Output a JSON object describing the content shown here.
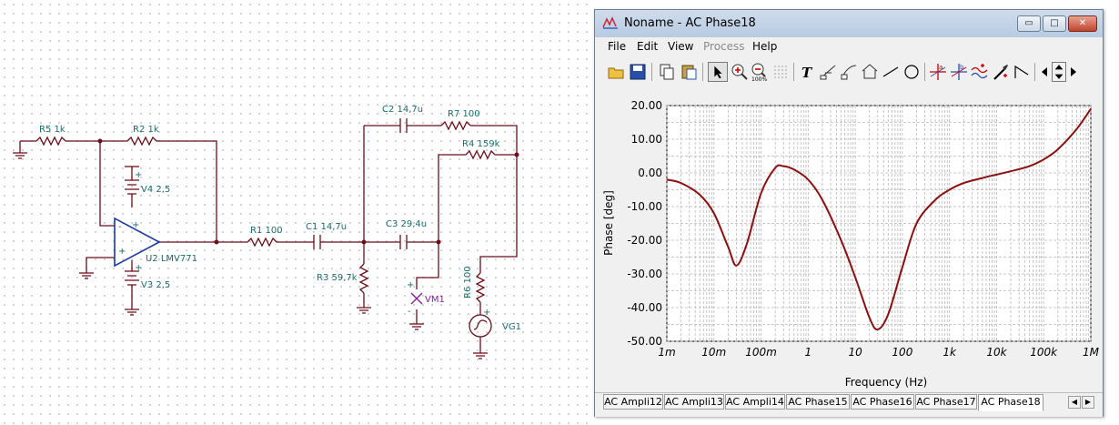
{
  "schematic": {
    "components": {
      "r5": "R5 1k",
      "r2": "R2 1k",
      "v4": "V4 2,5",
      "v3": "V3 2,5",
      "u2": "U2 LMV771",
      "r1": "R1 100",
      "c1": "C1 14,7u",
      "c2": "C2 14,7u",
      "r7": "R7 100",
      "r4": "R4 159k",
      "c3": "C3 29,4u",
      "r3": "R3 59,7k",
      "r6": "R6 100",
      "vm1": "VM1",
      "vg1": "VG1",
      "plus": "+",
      "minus": "-"
    }
  },
  "window": {
    "title": "Noname - AC Phase18",
    "buttons": {
      "minimize": "▭",
      "maximize": "□",
      "close": "✕"
    },
    "menu": [
      {
        "label": "File",
        "enabled": true
      },
      {
        "label": "Edit",
        "enabled": true
      },
      {
        "label": "View",
        "enabled": true
      },
      {
        "label": "Process",
        "enabled": false
      },
      {
        "label": "Help",
        "enabled": true
      }
    ],
    "toolbar_icons": [
      "open-icon",
      "save-icon",
      "copy-icon",
      "paste-icon",
      "pointer-icon",
      "zoom-in-icon",
      "zoom-out-icon",
      "grid-icon",
      "text-icon",
      "line-label-icon",
      "curve-label-icon",
      "house-label-icon",
      "line-icon",
      "circle-icon",
      "cursor-a-icon",
      "cursor-b-icon",
      "wave-icon",
      "probe-icon",
      "step-icon",
      "scroll-left-icon",
      "scroll-up-down-icon",
      "scroll-right-icon"
    ],
    "tabs": [
      "AC Ampli12",
      "AC Ampli13",
      "AC Ampli14",
      "AC Phase15",
      "AC Phase16",
      "AC Phase17",
      "AC Phase18"
    ],
    "active_tab": "AC Phase18"
  },
  "chart_data": {
    "type": "line",
    "title": "",
    "xlabel": "Frequency (Hz)",
    "ylabel": "Phase [deg]",
    "xscale": "log",
    "xlim": [
      0.001,
      1000000
    ],
    "ylim": [
      -50,
      20
    ],
    "x_tick_labels": [
      "1m",
      "10m",
      "100m",
      "1",
      "10",
      "100",
      "1k",
      "10k",
      "100k",
      "1M"
    ],
    "y_tick_labels": [
      "20.00",
      "10.00",
      "0.00",
      "-10.00",
      "-20.00",
      "-30.00",
      "-40.00",
      "-50.00"
    ],
    "y_ticks": [
      20,
      10,
      0,
      -10,
      -20,
      -30,
      -40,
      -50
    ],
    "grid": true,
    "line_color": "#8b1010",
    "series": [
      {
        "x": [
          0.001,
          0.002,
          0.005,
          0.01,
          0.02,
          0.03,
          0.05,
          0.1,
          0.2,
          0.3,
          0.5,
          1,
          2,
          5,
          10,
          20,
          30,
          50,
          100,
          200,
          500,
          1000,
          2000,
          5000,
          10000,
          20000,
          50000,
          100000,
          200000,
          500000,
          1000000
        ],
        "values": [
          -2,
          -3,
          -6.5,
          -12,
          -22,
          -27.5,
          -21,
          -6,
          1.5,
          2,
          1,
          -2,
          -8,
          -20,
          -31,
          -43,
          -46.5,
          -42,
          -28,
          -15,
          -8,
          -5,
          -3,
          -1.5,
          -0.5,
          0.5,
          2,
          4,
          7,
          13,
          19
        ]
      }
    ]
  }
}
